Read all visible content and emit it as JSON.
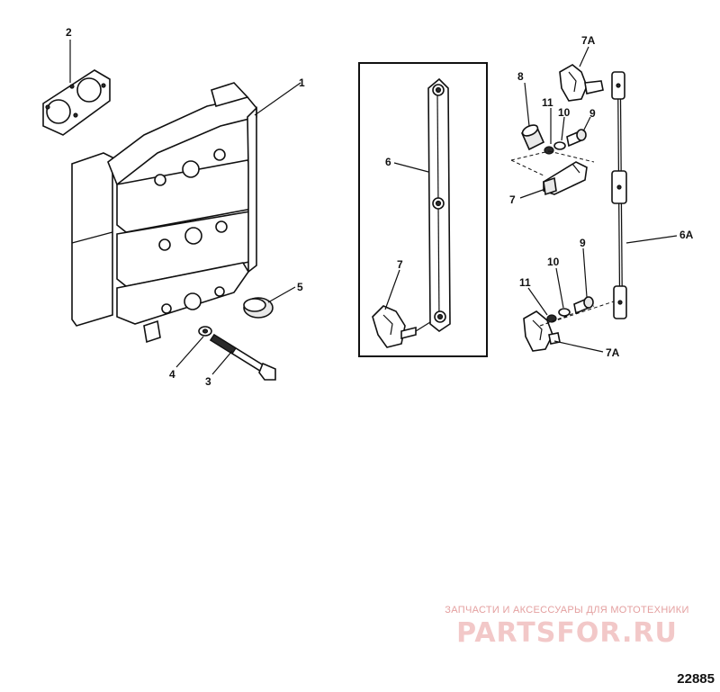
{
  "labels": {
    "p1": "1",
    "p2": "2",
    "p3": "3",
    "p4": "4",
    "p5": "5",
    "p6": "6",
    "p6a": "6A",
    "p7_box": "7",
    "p7_right": "7",
    "p7a_top": "7A",
    "p7a_bottom": "7A",
    "p8": "8",
    "p9_top": "9",
    "p9_bottom": "9",
    "p10_top": "10",
    "p10_bottom": "10",
    "p11_top": "11",
    "p11_bottom": "11"
  },
  "watermark": {
    "tagline": "ЗАПЧАСТИ И АКСЕССУАРЫ ДЛЯ МОТОТЕХНИКИ",
    "logo_text": "PARTSFOR.RU"
  },
  "diagram_number": "22885"
}
